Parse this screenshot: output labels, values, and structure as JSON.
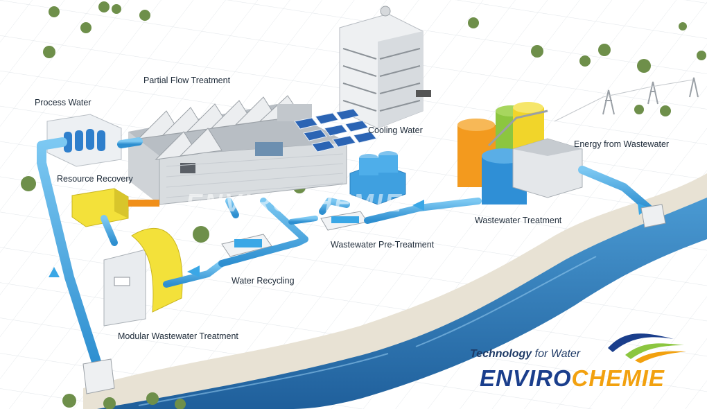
{
  "labels": {
    "process_water": "Process Water",
    "partial_flow_treatment": "Partial Flow Treatment",
    "resource_recovery": "Resource Recovery",
    "cooling_water": "Cooling Water",
    "energy_from_wastewater": "Energy from Wastewater",
    "wastewater_treatment": "Wastewater Treatment",
    "wastewater_pre_treatment": "Wastewater Pre-Treatment",
    "water_recycling": "Water Recycling",
    "modular_wastewater_treatment": "Modular Wastewater Treatment"
  },
  "brand": {
    "tagline_part1": "Technology",
    "tagline_part2": " for Water",
    "name_part1": "ENVIRO",
    "name_part2": "CHEMIE",
    "watermark": "ENVIROCHEMIE"
  },
  "colors": {
    "pipe": "#3aa7e6",
    "river": "#2e7fc0",
    "yellow_unit": "#f3e13a",
    "tank_orange": "#f39a1e",
    "tank_green": "#8cc63f",
    "tank_yellow": "#f1d52a",
    "tank_blue": "#2f8fd6",
    "brand_blue": "#1a3e8c",
    "brand_orange": "#f2a10f"
  }
}
